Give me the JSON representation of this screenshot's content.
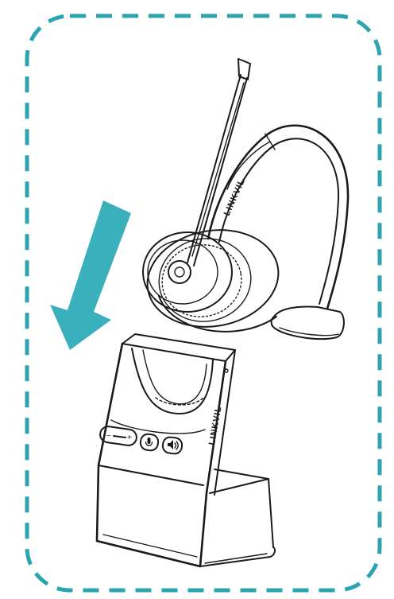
{
  "illustration": {
    "headset_brand": "LINKVIL",
    "base_brand": "LINKVIL",
    "button_vol_minus": "−",
    "button_vol_plus": "+",
    "button_mic": "mic",
    "button_speaker": "speaker",
    "frame_color": "#2aa4b0",
    "arrow_color": "#3bb0bd"
  }
}
